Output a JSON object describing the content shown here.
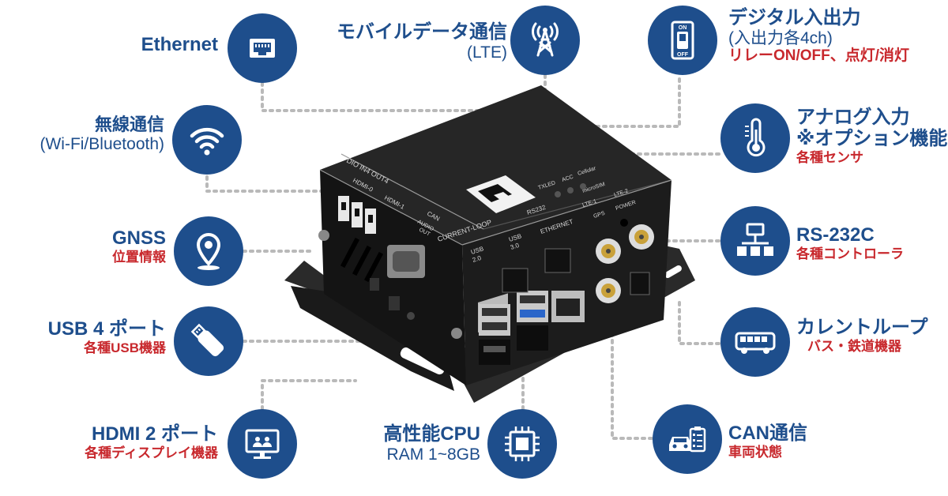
{
  "features": {
    "ethernet": {
      "title": "Ethernet",
      "icon": "ethernet-port-icon"
    },
    "mobile": {
      "title": "モバイルデータ通信",
      "line2": "(LTE)",
      "icon": "antenna-tower-icon"
    },
    "digital_io": {
      "title": "デジタル入出力",
      "line2": "(入出力各4ch)",
      "sub": "リレーON/OFF、点灯/消灯",
      "icon": "on-off-switch-icon"
    },
    "wireless": {
      "title": "無線通信",
      "line2": "(Wi-Fi/Bluetooth)",
      "icon": "wifi-icon"
    },
    "analog": {
      "title": "アナログ入力",
      "line2": "※オプション機能",
      "sub": "各種センサ",
      "icon": "thermometer-icon"
    },
    "gnss": {
      "title": "GNSS",
      "sub": "位置情報",
      "icon": "map-pin-icon"
    },
    "rs232c": {
      "title": "RS-232C",
      "sub": "各種コントローラ",
      "icon": "network-diagram-icon"
    },
    "usb": {
      "title": "USB 4 ポート",
      "sub": "各種USB機器",
      "icon": "usb-stick-icon"
    },
    "current_loop": {
      "title": "カレントループ",
      "sub": "バス・鉄道機器",
      "icon": "bus-icon"
    },
    "hdmi": {
      "title": "HDMI 2 ポート",
      "sub": "各種ディスプレイ機器",
      "icon": "monitor-icon"
    },
    "cpu": {
      "title": "高性能CPU",
      "line2": "RAM 1~8GB",
      "icon": "cpu-chip-icon"
    },
    "can": {
      "title": "CAN通信",
      "sub": "車両状態",
      "icon": "car-checklist-icon"
    }
  },
  "device_labels": {
    "dio": "DIO IN4 OUT4",
    "hdmi0": "HDMI-0",
    "hdmi1": "HDMI-1",
    "can": "CAN",
    "audio": "AUDIO",
    "audio_out": "OUT",
    "current_loop": "CURRENT-LOOP",
    "rs232": "RS232",
    "usb20": "USB",
    "usb20v": "2.0",
    "usb30": "USB",
    "usb30v": "3.0",
    "ethernet": "ETHERNET",
    "txled": "TXLED",
    "acc": "ACC",
    "cellular": "Cellular",
    "microsim": "microSIM",
    "lte1": "LTE-1",
    "lte2": "LTE-2",
    "gps": "GPS",
    "power": "POWER"
  },
  "colors": {
    "brand_blue": "#1e4e8c",
    "accent_red": "#c8282d",
    "connector_gray": "#b9b9b9"
  }
}
